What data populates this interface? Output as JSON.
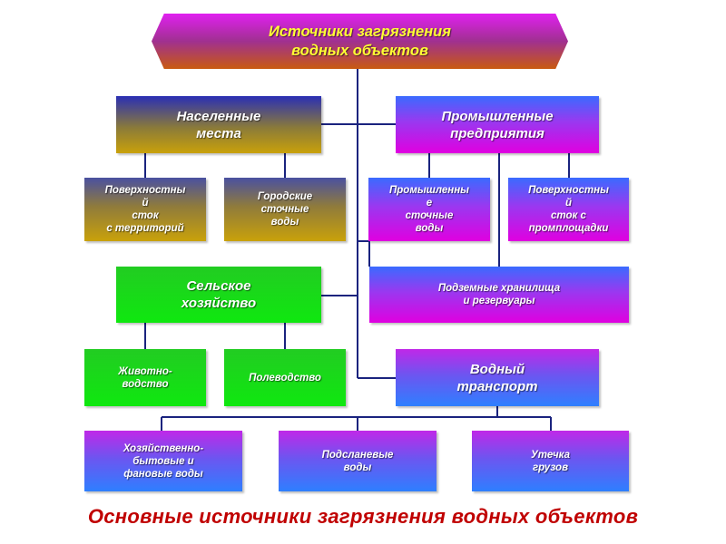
{
  "title": "Источники загрязнения\nводных объектов",
  "populated": "Населенные\nместа",
  "industrial": "Промышленные\nпредприятия",
  "surface_runoff_territories": "Поверхностны\nй\nсток\nс территорий",
  "urban_wastewater": "Городские\nсточные\nводы",
  "industrial_wastewater": "Промышленны\nе\nсточные\nводы",
  "surface_runoff_industrial": "Поверхностны\nй\nсток с\nпромплощадки",
  "agriculture": "Сельское\nхозяйство",
  "underground_storage": "Подземные хранилища\nи резервуары",
  "livestock": "Животно-\nводство",
  "crop_farming": "Полеводство",
  "water_transport": "Водный\nтранспорт",
  "household_wastewater": "Хозяйственно-\nбытовые и\nфановые воды",
  "bilge_water": "Подсланевые\nводы",
  "cargo_leak": "Утечка\nгрузов",
  "caption": "Основные источники загрязнения водных объектов",
  "colors": {
    "title_text": "#ffff33",
    "caption_text": "#c00000",
    "connector": "#1a237e"
  }
}
